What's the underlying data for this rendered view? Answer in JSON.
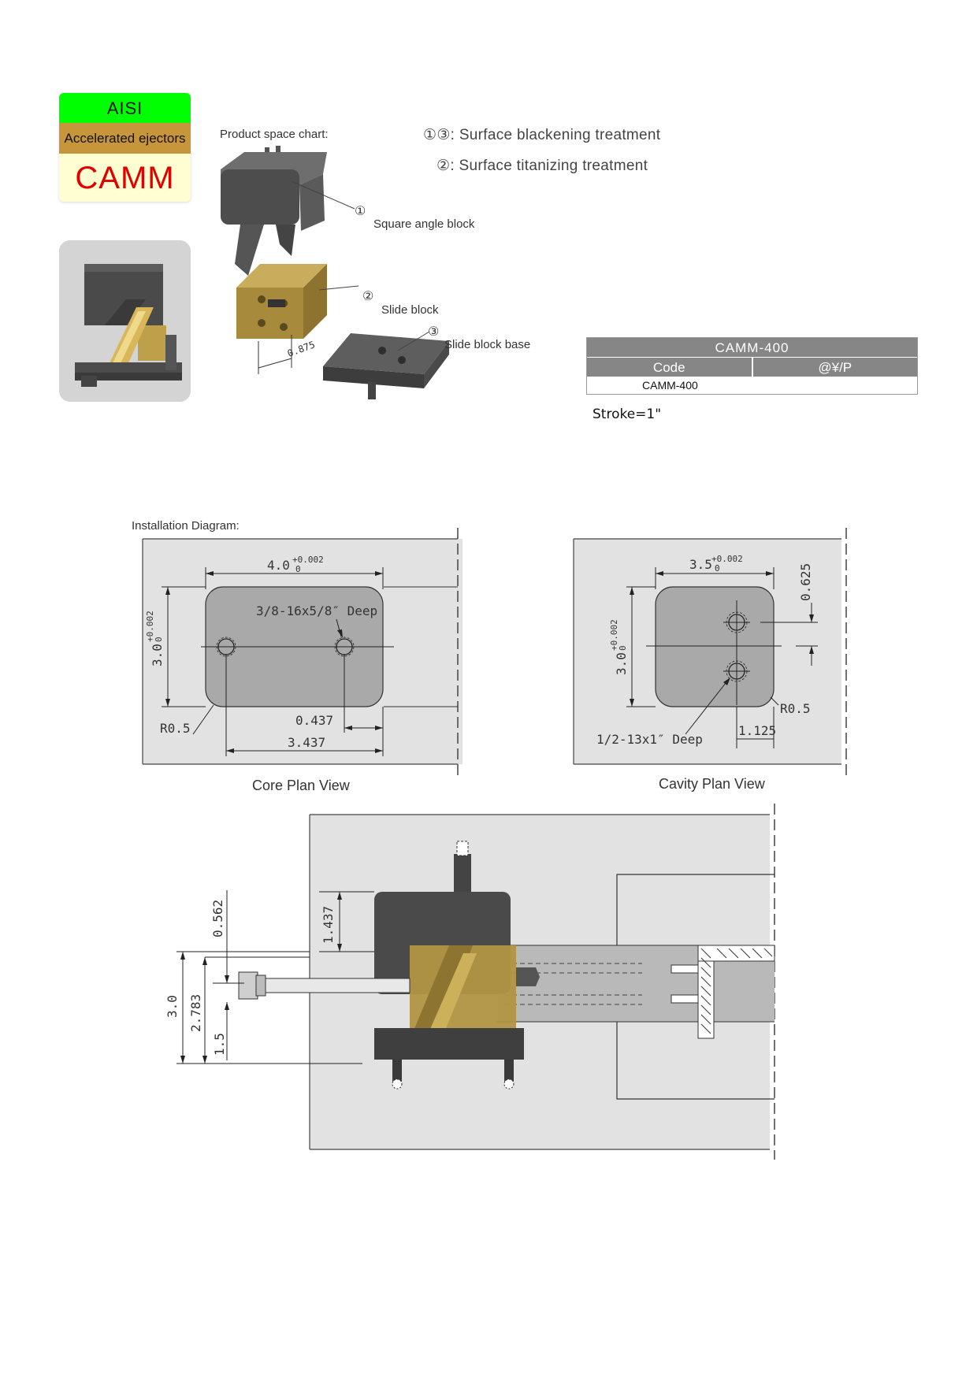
{
  "badge": {
    "brand": "AISI",
    "category": "Accelerated ejectors",
    "model": "CAMM",
    "colors": {
      "brand_bg": "#00ff00",
      "category_bg": "#c8963a",
      "model_text": "#e00000",
      "model_bg": "#fffed0"
    }
  },
  "product_chart": {
    "title": "Product space chart:",
    "treatments": [
      "①③: Surface blackening treatment",
      "②: Surface titanizing treatment"
    ],
    "parts": [
      {
        "marker": "①",
        "label": "Square angle block"
      },
      {
        "marker": "②",
        "label": "Slide block"
      },
      {
        "marker": "③",
        "label": "Slide block base"
      }
    ],
    "dimension": "0.875"
  },
  "spec_table": {
    "title": "CAMM-400",
    "columns": [
      "Code",
      "@¥/P"
    ],
    "rows": [
      [
        "CAMM-400",
        ""
      ]
    ]
  },
  "stroke_note": "Stroke=1\"",
  "installation": {
    "title": "Installation Diagram:",
    "core_view": {
      "caption": "Core Plan View",
      "width_dim": "4.0",
      "tol_upper": "+0.002",
      "tol_lower": "0",
      "height_dim": "3.0",
      "thread_note": "3/8-16x5/8″ Deep",
      "radius": "R0.5",
      "dim_offset": "0.437",
      "dim_span": "3.437"
    },
    "cavity_view": {
      "caption": "Cavity Plan View",
      "width_dim": "3.5",
      "tol_upper": "+0.002",
      "tol_lower": "0",
      "height_dim": "3.0",
      "hole_offset": "0.625",
      "thread_note": "1/2-13x1″ Deep",
      "radius": "R0.5",
      "dim_edge": "1.125"
    },
    "section_view": {
      "dims": [
        "0.562",
        "1.437",
        "3.0",
        "2.783",
        "1.5"
      ]
    }
  }
}
